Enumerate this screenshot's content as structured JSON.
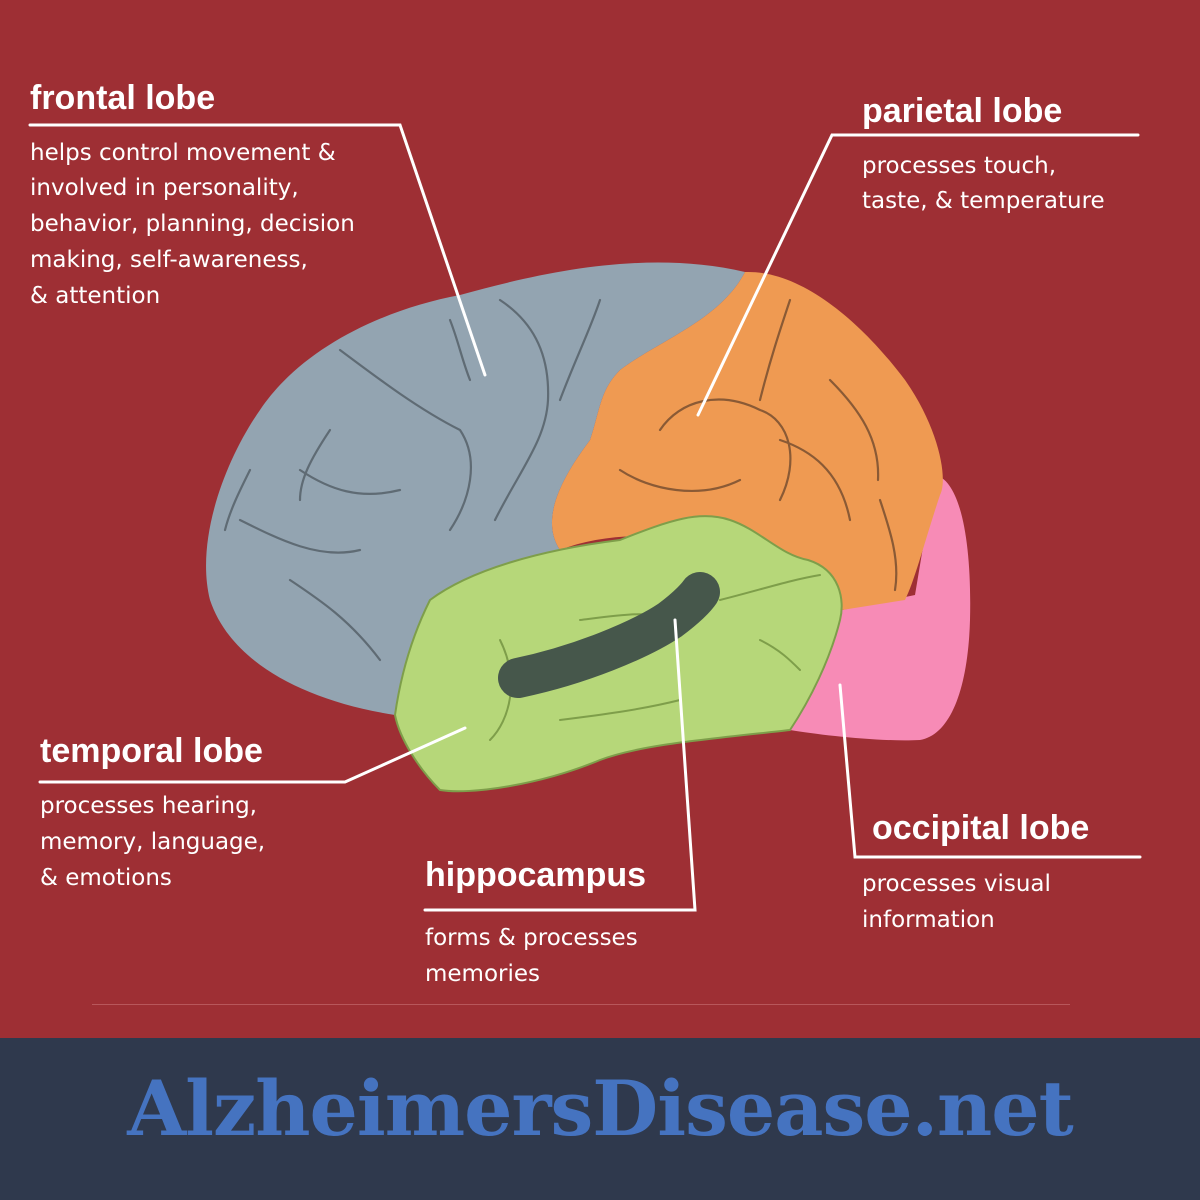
{
  "labels": {
    "frontal": {
      "title": "frontal lobe",
      "desc": [
        "helps control movement &",
        "involved in personality,",
        "behavior, planning, decision",
        "making, self-awareness,",
        "& attention"
      ]
    },
    "parietal": {
      "title": "parietal lobe",
      "desc": [
        "processes touch,",
        "taste, & temperature"
      ]
    },
    "temporal": {
      "title": "temporal lobe",
      "desc": [
        "processes hearing,",
        "memory, language,",
        "& emotions"
      ]
    },
    "hippocampus": {
      "title": "hippocampus",
      "desc": [
        "forms & processes",
        "memories"
      ]
    },
    "occipital": {
      "title": "occipital lobe",
      "desc": [
        "processes visual",
        "information"
      ]
    }
  },
  "footer": {
    "brand": "AlzheimersDisease.net"
  },
  "colors": {
    "background": "#9e2f34",
    "frontal": "#93a4b1",
    "parietal": "#ef9a52",
    "temporal": "#b6d779",
    "occipital": "#f78bb6",
    "hippocampus": "#46574b",
    "footer": "#2f394d",
    "brand": "#4573c0"
  }
}
